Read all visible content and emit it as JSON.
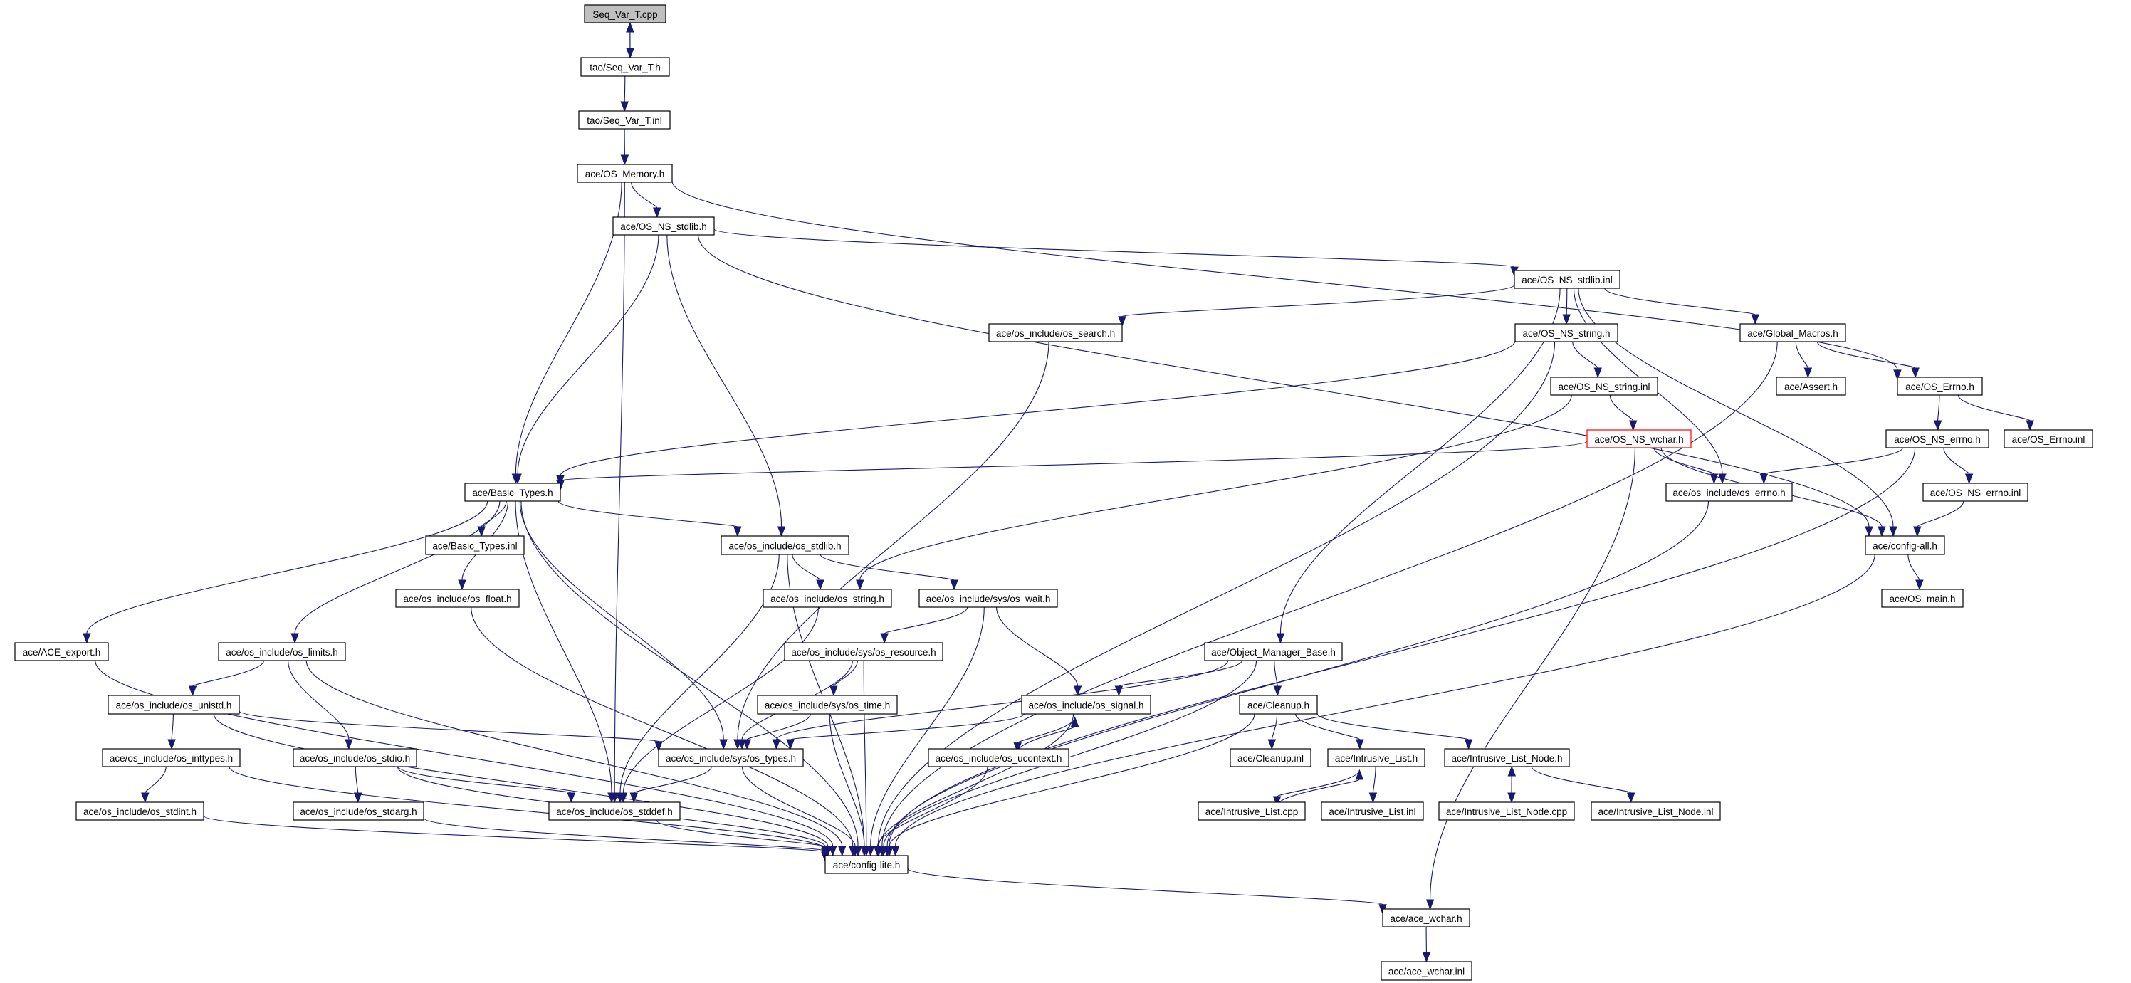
{
  "diagram": {
    "type": "include-dependency-graph",
    "colors": {
      "edge": "#191970",
      "root_fill": "#bfbfbf",
      "highlight_border": "#ff0000",
      "node_border": "#000000",
      "background": "#ffffff"
    },
    "nodes": [
      {
        "id": "seq_var_t_cpp",
        "label": "Seq_Var_T.cpp",
        "style": "root"
      },
      {
        "id": "tao_seq_var_t_h",
        "label": "tao/Seq_Var_T.h"
      },
      {
        "id": "tao_seq_var_t_inl",
        "label": "tao/Seq_Var_T.inl"
      },
      {
        "id": "os_memory_h",
        "label": "ace/OS_Memory.h"
      },
      {
        "id": "os_ns_stdlib_h",
        "label": "ace/OS_NS_stdlib.h"
      },
      {
        "id": "os_ns_stdlib_inl",
        "label": "ace/OS_NS_stdlib.inl"
      },
      {
        "id": "os_search_h",
        "label": "ace/os_include/os_search.h"
      },
      {
        "id": "os_ns_string_h",
        "label": "ace/OS_NS_string.h"
      },
      {
        "id": "global_macros_h",
        "label": "ace/Global_Macros.h"
      },
      {
        "id": "os_ns_string_inl",
        "label": "ace/OS_NS_string.inl"
      },
      {
        "id": "assert_h",
        "label": "ace/Assert.h"
      },
      {
        "id": "os_errno_h",
        "label": "ace/OS_Errno.h"
      },
      {
        "id": "os_ns_wchar_h",
        "label": "ace/OS_NS_wchar.h",
        "style": "highlight"
      },
      {
        "id": "os_ns_errno_h",
        "label": "ace/OS_NS_errno.h"
      },
      {
        "id": "os_errno_inl",
        "label": "ace/OS_Errno.inl"
      },
      {
        "id": "basic_types_h",
        "label": "ace/Basic_Types.h"
      },
      {
        "id": "os_include_errno_h",
        "label": "ace/os_include/os_errno.h"
      },
      {
        "id": "os_ns_errno_inl",
        "label": "ace/OS_NS_errno.inl"
      },
      {
        "id": "basic_types_inl",
        "label": "ace/Basic_Types.inl"
      },
      {
        "id": "os_stdlib_h",
        "label": "ace/os_include/os_stdlib.h"
      },
      {
        "id": "config_all_h",
        "label": "ace/config-all.h"
      },
      {
        "id": "os_float_h",
        "label": "ace/os_include/os_float.h"
      },
      {
        "id": "os_string_h",
        "label": "ace/os_include/os_string.h"
      },
      {
        "id": "os_wait_h",
        "label": "ace/os_include/sys/os_wait.h"
      },
      {
        "id": "os_main_h",
        "label": "ace/OS_main.h"
      },
      {
        "id": "ace_export_h",
        "label": "ace/ACE_export.h"
      },
      {
        "id": "os_limits_h",
        "label": "ace/os_include/os_limits.h"
      },
      {
        "id": "os_resource_h",
        "label": "ace/os_include/sys/os_resource.h"
      },
      {
        "id": "object_manager_base_h",
        "label": "ace/Object_Manager_Base.h"
      },
      {
        "id": "os_unistd_h",
        "label": "ace/os_include/os_unistd.h"
      },
      {
        "id": "os_time_h",
        "label": "ace/os_include/sys/os_time.h"
      },
      {
        "id": "os_signal_h",
        "label": "ace/os_include/os_signal.h"
      },
      {
        "id": "cleanup_h",
        "label": "ace/Cleanup.h"
      },
      {
        "id": "os_inttypes_h",
        "label": "ace/os_include/os_inttypes.h"
      },
      {
        "id": "os_stdio_h",
        "label": "ace/os_include/os_stdio.h"
      },
      {
        "id": "os_types_h",
        "label": "ace/os_include/sys/os_types.h"
      },
      {
        "id": "os_ucontext_h",
        "label": "ace/os_include/os_ucontext.h"
      },
      {
        "id": "cleanup_inl",
        "label": "ace/Cleanup.inl"
      },
      {
        "id": "intrusive_list_h",
        "label": "ace/Intrusive_List.h"
      },
      {
        "id": "intrusive_list_node_h",
        "label": "ace/Intrusive_List_Node.h"
      },
      {
        "id": "os_stdint_h",
        "label": "ace/os_include/os_stdint.h"
      },
      {
        "id": "os_stdarg_h",
        "label": "ace/os_include/os_stdarg.h"
      },
      {
        "id": "os_stddef_h",
        "label": "ace/os_include/os_stddef.h"
      },
      {
        "id": "intrusive_list_cpp",
        "label": "ace/Intrusive_List.cpp"
      },
      {
        "id": "intrusive_list_inl",
        "label": "ace/Intrusive_List.inl"
      },
      {
        "id": "intrusive_list_node_cpp",
        "label": "ace/Intrusive_List_Node.cpp"
      },
      {
        "id": "intrusive_list_node_inl",
        "label": "ace/Intrusive_List_Node.inl"
      },
      {
        "id": "config_lite_h",
        "label": "ace/config-lite.h"
      },
      {
        "id": "ace_wchar_h",
        "label": "ace/ace_wchar.h"
      },
      {
        "id": "ace_wchar_inl",
        "label": "ace/ace_wchar.inl"
      }
    ],
    "edges": [
      [
        "seq_var_t_cpp",
        "tao_seq_var_t_h"
      ],
      [
        "tao_seq_var_t_h",
        "seq_var_t_cpp"
      ],
      [
        "tao_seq_var_t_h",
        "tao_seq_var_t_inl"
      ],
      [
        "tao_seq_var_t_inl",
        "os_memory_h"
      ],
      [
        "os_memory_h",
        "os_ns_stdlib_h"
      ],
      [
        "os_memory_h",
        "basic_types_h"
      ],
      [
        "os_memory_h",
        "os_stddef_h"
      ],
      [
        "os_memory_h",
        "os_errno_h"
      ],
      [
        "os_ns_stdlib_h",
        "os_ns_stdlib_inl"
      ],
      [
        "os_ns_stdlib_h",
        "basic_types_h"
      ],
      [
        "os_ns_stdlib_h",
        "os_stdlib_h"
      ],
      [
        "os_ns_stdlib_h",
        "config_all_h"
      ],
      [
        "os_ns_stdlib_inl",
        "os_search_h"
      ],
      [
        "os_ns_stdlib_inl",
        "os_ns_string_h"
      ],
      [
        "os_ns_stdlib_inl",
        "global_macros_h"
      ],
      [
        "os_ns_stdlib_inl",
        "os_include_errno_h"
      ],
      [
        "os_ns_stdlib_inl",
        "config_all_h"
      ],
      [
        "os_ns_stdlib_inl",
        "object_manager_base_h"
      ],
      [
        "os_search_h",
        "os_types_h"
      ],
      [
        "os_ns_string_h",
        "os_ns_string_inl"
      ],
      [
        "os_ns_string_h",
        "basic_types_h"
      ],
      [
        "os_ns_string_h",
        "config_lite_h"
      ],
      [
        "os_ns_string_inl",
        "os_ns_wchar_h"
      ],
      [
        "os_ns_string_inl",
        "os_string_h"
      ],
      [
        "global_macros_h",
        "assert_h"
      ],
      [
        "global_macros_h",
        "os_errno_h"
      ],
      [
        "global_macros_h",
        "config_lite_h"
      ],
      [
        "os_errno_h",
        "os_ns_errno_h"
      ],
      [
        "os_errno_h",
        "os_errno_inl"
      ],
      [
        "os_ns_wchar_h",
        "basic_types_h"
      ],
      [
        "os_ns_wchar_h",
        "os_include_errno_h"
      ],
      [
        "os_ns_wchar_h",
        "config_all_h"
      ],
      [
        "os_ns_wchar_h",
        "ace_wchar_h"
      ],
      [
        "os_ns_errno_h",
        "os_include_errno_h"
      ],
      [
        "os_ns_errno_h",
        "os_ns_errno_inl"
      ],
      [
        "os_ns_errno_h",
        "config_lite_h"
      ],
      [
        "os_ns_errno_inl",
        "config_all_h"
      ],
      [
        "os_include_errno_h",
        "config_lite_h"
      ],
      [
        "config_all_h",
        "os_main_h"
      ],
      [
        "config_all_h",
        "config_lite_h"
      ],
      [
        "basic_types_h",
        "basic_types_inl"
      ],
      [
        "basic_types_h",
        "os_stdlib_h"
      ],
      [
        "basic_types_h",
        "os_float_h"
      ],
      [
        "basic_types_h",
        "ace_export_h"
      ],
      [
        "basic_types_h",
        "os_limits_h"
      ],
      [
        "basic_types_h",
        "os_types_h"
      ],
      [
        "basic_types_h",
        "os_stddef_h"
      ],
      [
        "basic_types_h",
        "config_lite_h"
      ],
      [
        "os_stdlib_h",
        "os_string_h"
      ],
      [
        "os_stdlib_h",
        "os_wait_h"
      ],
      [
        "os_stdlib_h",
        "os_stddef_h"
      ],
      [
        "os_stdlib_h",
        "config_lite_h"
      ],
      [
        "os_float_h",
        "config_lite_h"
      ],
      [
        "os_string_h",
        "os_stddef_h"
      ],
      [
        "os_wait_h",
        "os_resource_h"
      ],
      [
        "os_wait_h",
        "os_signal_h"
      ],
      [
        "os_wait_h",
        "config_lite_h"
      ],
      [
        "os_resource_h",
        "os_time_h"
      ],
      [
        "os_resource_h",
        "os_types_h"
      ],
      [
        "os_resource_h",
        "config_lite_h"
      ],
      [
        "os_time_h",
        "os_types_h"
      ],
      [
        "os_time_h",
        "config_lite_h"
      ],
      [
        "os_signal_h",
        "os_types_h"
      ],
      [
        "os_signal_h",
        "os_ucontext_h"
      ],
      [
        "os_signal_h",
        "config_lite_h"
      ],
      [
        "os_ucontext_h",
        "os_signal_h"
      ],
      [
        "os_ucontext_h",
        "config_lite_h"
      ],
      [
        "object_manager_base_h",
        "os_signal_h"
      ],
      [
        "object_manager_base_h",
        "os_types_h"
      ],
      [
        "object_manager_base_h",
        "cleanup_h"
      ],
      [
        "object_manager_base_h",
        "config_lite_h"
      ],
      [
        "cleanup_h",
        "cleanup_inl"
      ],
      [
        "cleanup_h",
        "intrusive_list_h"
      ],
      [
        "cleanup_h",
        "intrusive_list_node_h"
      ],
      [
        "cleanup_h",
        "config_lite_h"
      ],
      [
        "intrusive_list_h",
        "intrusive_list_cpp"
      ],
      [
        "intrusive_list_cpp",
        "intrusive_list_h"
      ],
      [
        "intrusive_list_h",
        "intrusive_list_inl"
      ],
      [
        "intrusive_list_node_h",
        "intrusive_list_node_cpp"
      ],
      [
        "intrusive_list_node_cpp",
        "intrusive_list_node_h"
      ],
      [
        "intrusive_list_node_h",
        "intrusive_list_node_inl"
      ],
      [
        "ace_export_h",
        "config_lite_h"
      ],
      [
        "os_limits_h",
        "os_unistd_h"
      ],
      [
        "os_limits_h",
        "os_stdio_h"
      ],
      [
        "os_limits_h",
        "config_lite_h"
      ],
      [
        "os_unistd_h",
        "os_inttypes_h"
      ],
      [
        "os_unistd_h",
        "os_types_h"
      ],
      [
        "os_unistd_h",
        "config_lite_h"
      ],
      [
        "os_inttypes_h",
        "os_stdint_h"
      ],
      [
        "os_inttypes_h",
        "config_lite_h"
      ],
      [
        "os_stdio_h",
        "os_stdarg_h"
      ],
      [
        "os_stdio_h",
        "os_stddef_h"
      ],
      [
        "os_stdio_h",
        "config_lite_h"
      ],
      [
        "os_stdint_h",
        "config_lite_h"
      ],
      [
        "os_stdarg_h",
        "config_lite_h"
      ],
      [
        "os_types_h",
        "os_stddef_h"
      ],
      [
        "os_types_h",
        "config_lite_h"
      ],
      [
        "os_stddef_h",
        "config_lite_h"
      ],
      [
        "config_lite_h",
        "ace_wchar_h"
      ],
      [
        "ace_wchar_h",
        "ace_wchar_inl"
      ]
    ]
  }
}
